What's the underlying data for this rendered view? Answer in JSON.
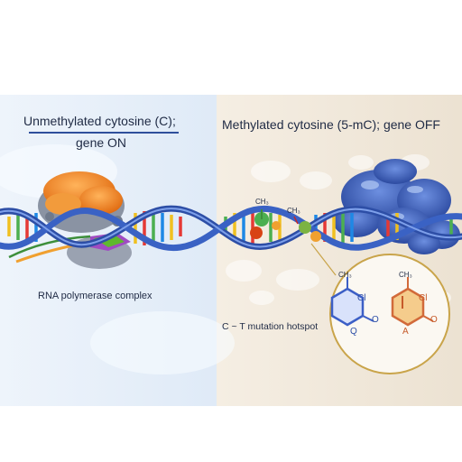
{
  "labels": {
    "left_title_line1": "Unmethylated cytosine (C);",
    "left_title_line2": "gene ON",
    "right_title": "Methylated cytosine (5-mC); gene OFF",
    "rna_polymerase": "RNA polymerase complex",
    "mutation_hotspot": "C ~ T mutation hotspot"
  },
  "annotations": {
    "methyl_1": "CH₃",
    "methyl_2": "CH₃",
    "methyl_3": "CH₃",
    "methyl_4": "CH₃",
    "inset_left_a": "Cl",
    "inset_left_b": "O",
    "inset_left_c": "Q",
    "inset_right_a": "Cl",
    "inset_right_b": "O",
    "inset_right_c": "A"
  },
  "colors": {
    "left_background": "#dfeaf7",
    "right_background": "#f1e9dc",
    "backbone": "#2d4ea6",
    "polymerase_orange": "#f08a24",
    "polymerase_gray": "#8a93a3",
    "methyl_green": "#4caf50",
    "silencer_blue": "#3b5bb5",
    "inset_border": "#c9a44a"
  }
}
